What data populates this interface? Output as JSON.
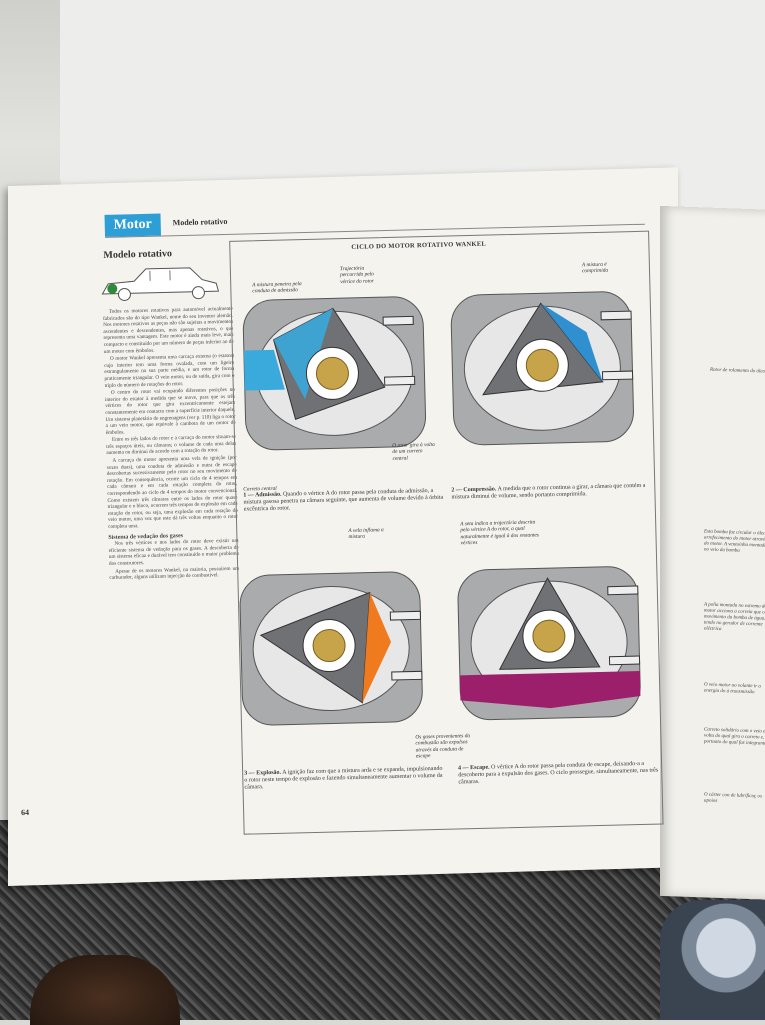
{
  "header": {
    "section_tab": "Motor",
    "subtitle": "Modelo rotativo"
  },
  "left_column": {
    "title": "Modelo rotativo",
    "paragraphs": [
      "Todos os motores rotativos para automóvel actualmente fabricados são do tipo Wankel, nome do seu inventor alemão. Nos motores rotativos as peças não são sujeitas a movimentos ascendentes e descendentes, mas apenas rotativos, o que representa uma vantagem. Este motor é ainda mais leve, mais compacto e constituído por um número de peças inferior ao de um motor com êmbolos.",
      "O motor Wankel apresenta uma carcaça externa (o estator) cujo interior tem uma forma ovalada, com um ligeiro estrangulamento na sua parte média, e um rotor de forma praticamente triangular. O veio motor, ou de saída, gira com o triplo do número de rotações do rotor.",
      "O centro do rotor vai ocupando diferentes posições no interior do estator à medida que se move, para que os três vértices do rotor que gira excentricamente estejam constantemente em contacto com a superfície interior daquele. Um sistema planetário de engrenagens (ver p. 110) liga o rotor a um veio motor, que equivale à cambota de um motor de êmbolos.",
      "Entre os três lados do rotor e a carcaça do motor situam-se três espaços úteis, ou câmaras; o volume de cada uma delas aumenta ou diminui de acordo com a rotação do rotor.",
      "A carcaça do motor apresenta uma vela de ignição (por vezes duas), uma conduta de admissão e outra de escape descobertas sucessivamente pelo rotor no seu movimento de rotação. Em consequência, ocorre um ciclo de 4 tempos em cada câmara e em cada rotação completa do rotor, correspondendo ao ciclo de 4 tempos do motor convencional. Como existem três câmaras entre os lados do rotor quase triangular e o bloco, ocorrem três tempos de explosão em cada rotação do rotor, ou seja, uma explosão em cada rotação do veio motor, uma vez que este dá três voltas enquanto o rotor completa uma."
    ],
    "subheading": "Sistema de vedação dos gases",
    "paragraphs2": [
      "Nos três vértices e nos lados do rotor deve existir um eficiente sistema de vedação para os gases. A descoberta de um sistema eficaz e durável tem constituído o maior problema dos construtores.",
      "Apesar de os motores Wankel, na maioria, possuírem um carburador, alguns utilizam injecção de combustível."
    ]
  },
  "diagram": {
    "title": "CICLO DO MOTOR ROTATIVO WANKEL",
    "annotations": {
      "p1_mix": "A mistura penetra pela conduta de admissão",
      "p1_traj": "Trajectória percorrida pelo vértice do rotor",
      "p1_rotor": "O rotor gira à volta de um carreto central",
      "p1_gear": "Carreto central",
      "p2_mix": "A mistura é comprimida",
      "p3_spark": "A vela inflama a mistura",
      "p4_arrow": "A seta indica a trajectória descrita pelo vértice A do rotor, a qual naturalmente é igual à dos restantes vértices",
      "p4_gases": "Os gases provenientes da combustão são expulsos através da conduta de escape"
    },
    "captions": {
      "c1_num": "1 — Admissão.",
      "c1_text": "Quando o vértice A do rotor passa pela conduta de admissão, a mistura gasosa penetra na câmara seguinte, que aumenta de volume devido à órbita excêntrica do rotor.",
      "c2_num": "2 — Compressão.",
      "c2_text": "A medida que o rotor continua a girar, a câmara que contém a mistura diminui de volume, sendo portanto comprimida.",
      "c3_num": "3 — Explosão.",
      "c3_text": "A ignição faz com que a mistura arda e se expanda, impulsionando o rotor neste tempo de explosão e fazendo simultaneamente aumentar o volume da câmara.",
      "c4_num": "4 — Escape.",
      "c4_text": "O vértice A do rotor passa pela conduta de escape, deixando-a a descoberto para a expulsão dos gases. O ciclo prossegue, simultaneamente, nas três câmaras."
    }
  },
  "page_number": "64",
  "right_page": {
    "snippets": [
      "Rotor de rolamento do óleo",
      "Esta bomba faz circular o óleo de arrefecimento do motor através do motor. A ventoinha montada no veio da bomba",
      "A polia montada no extremo do motor acciona a correia que o movimento da bomba de água, tendo no gerador de corrente eléctrica",
      "O veio motor ao volante tr a energia do à transmissão",
      "Carreto solidário com o veio e à volta do qual gira o carreto e, portanto do qual faz integrante",
      "O cárter con de lubrificaç os apoios"
    ]
  },
  "colors": {
    "accent_blue": "#2e9fd6",
    "intake_blue": "#3aa9dc",
    "compression_blue": "#2f8fcf",
    "explosion_orange": "#f07a1e",
    "exhaust_purple": "#9b1f6a",
    "housing_gray": "#8d8f92",
    "rotor_gray": "#6f7174",
    "gear_gold": "#c7a44a"
  }
}
